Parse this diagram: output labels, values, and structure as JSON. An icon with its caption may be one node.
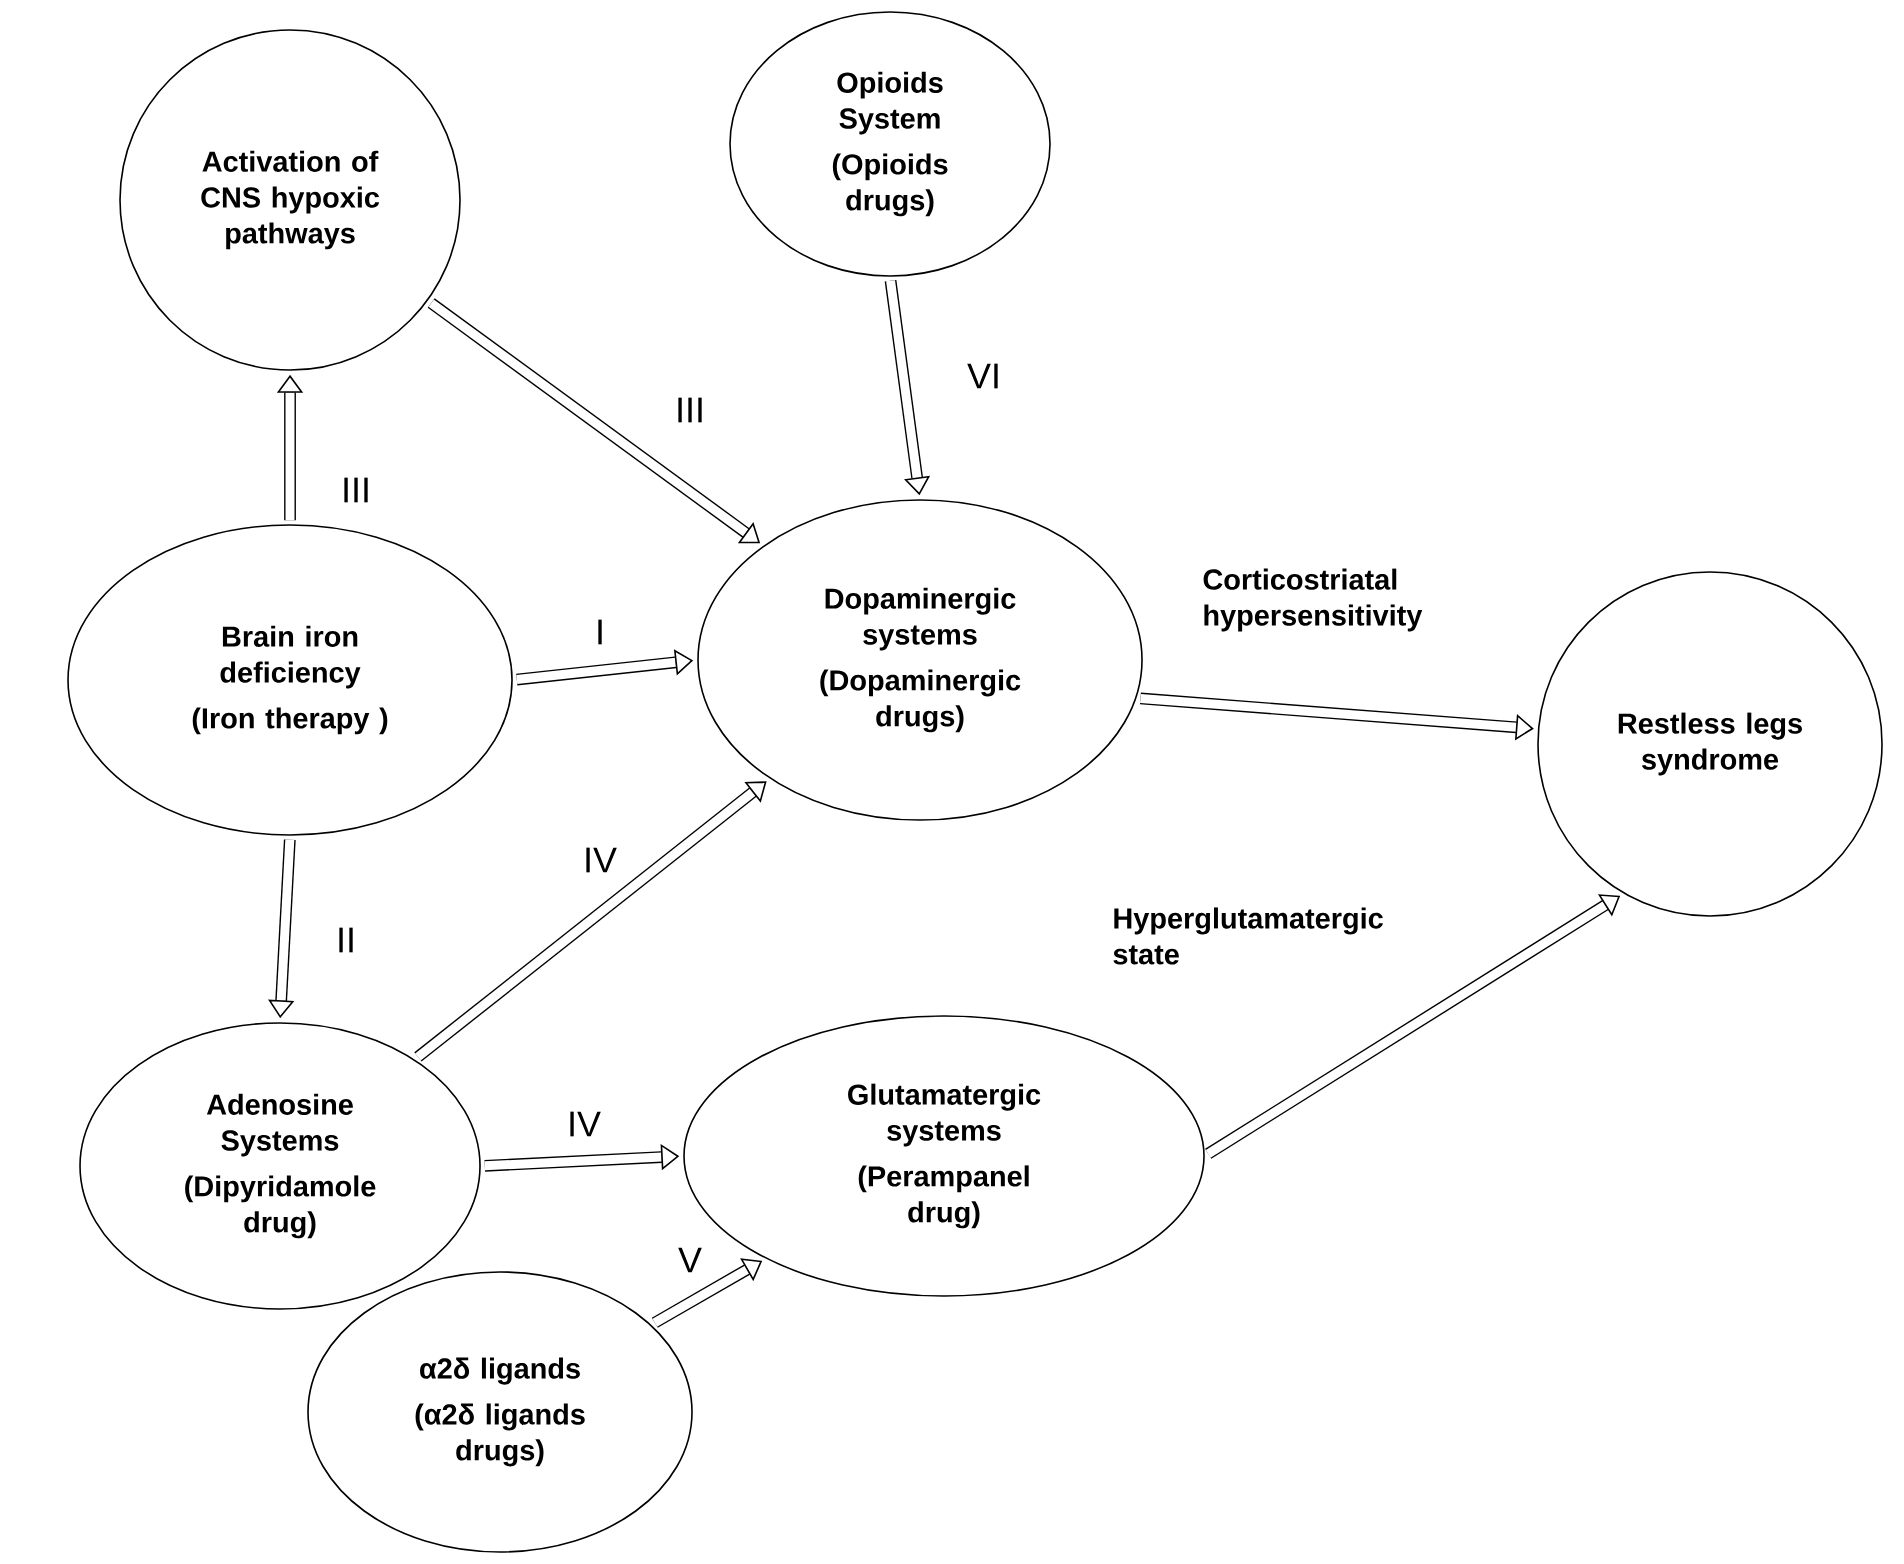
{
  "diagram": {
    "nodes": [
      {
        "text": [
          "Activation of CNS hypoxic pathways"
        ]
      },
      {
        "text": [
          "Opioids System",
          "(Opioids drugs)"
        ]
      },
      {
        "text": [
          "Brain iron deficiency",
          "(Iron therapy )"
        ]
      },
      {
        "text": [
          "Dopaminergic systems",
          "(Dopaminergic drugs)"
        ]
      },
      {
        "text": [
          "Restless legs syndrome"
        ]
      },
      {
        "text": [
          "Adenosine Systems",
          "(Dipyridamole drug)"
        ]
      },
      {
        "text": [
          "Glutamatergic systems",
          "(Perampanel drug)"
        ]
      },
      {
        "text": [
          "α2δ ligands",
          "(α2δ ligands drugs)"
        ]
      }
    ],
    "edges": [
      {
        "from": 2,
        "to": 0,
        "arrow": "to",
        "label": "III"
      },
      {
        "from": 0,
        "to": 3,
        "arrow": "to",
        "label": "III"
      },
      {
        "from": 1,
        "to": 3,
        "arrow": "to",
        "label": "VI"
      },
      {
        "from": 2,
        "to": 3,
        "arrow": "to",
        "label": "I"
      },
      {
        "from": 3,
        "to": 4,
        "arrow": "to",
        "label": "Corticostriatal hypersensitivity"
      },
      {
        "from": 2,
        "to": 5,
        "arrow": "to",
        "label": "II"
      },
      {
        "from": 5,
        "to": 3,
        "arrow": "to",
        "label": "IV"
      },
      {
        "from": 5,
        "to": 6,
        "arrow": "to",
        "label": "IV"
      },
      {
        "from": 7,
        "to": 6,
        "arrow": "to",
        "label": "V"
      },
      {
        "from": 6,
        "to": 4,
        "arrow": "to",
        "label": "Hyperglutamatergic state"
      }
    ]
  }
}
